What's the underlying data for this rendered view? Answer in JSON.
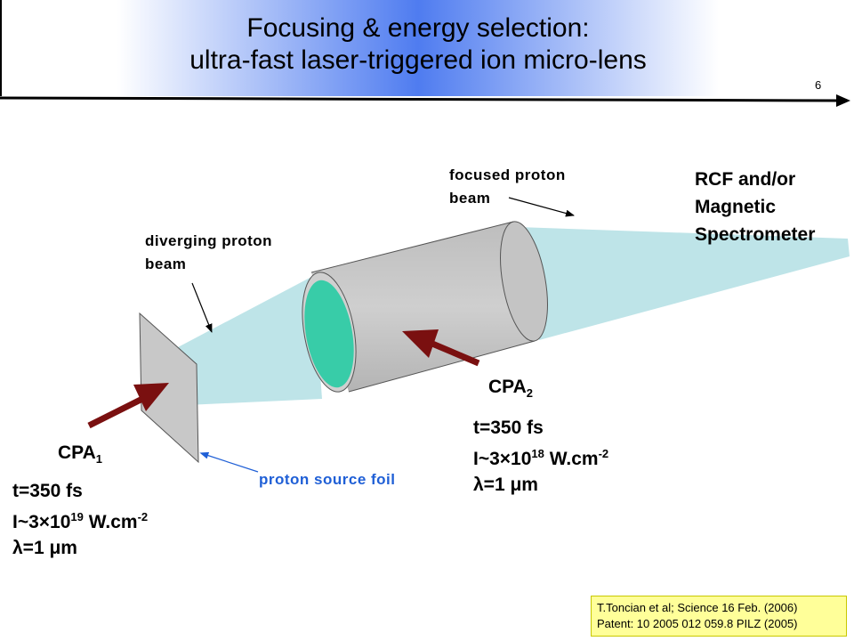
{
  "slide": {
    "title_line1": "Focusing & energy selection:",
    "title_line2": "ultra-fast laser-triggered ion micro-lens",
    "page_number": "6"
  },
  "labels": {
    "focused_beam_1": "focused proton",
    "focused_beam_2": "beam",
    "diverging_beam_1": "diverging proton",
    "diverging_beam_2": "beam",
    "detector_1": "RCF and/or",
    "detector_2": "Magnetic",
    "detector_3": "Spectrometer",
    "source_foil": "proton source foil"
  },
  "cpa1": {
    "name": "CPA",
    "sub": "1",
    "duration": "t=350 fs",
    "intensity_base": "I~3×10",
    "intensity_exp": "19",
    "intensity_unit": " W.cm",
    "intensity_unit_exp": "-2",
    "wavelength": "λ=1 μm"
  },
  "cpa2": {
    "name": "CPA",
    "sub": "2",
    "duration": "t=350 fs",
    "intensity_base": "I~3×10",
    "intensity_exp": "18",
    "intensity_unit": " W.cm",
    "intensity_unit_exp": "-2",
    "wavelength": "λ=1 μm"
  },
  "citation": {
    "line1": "T.Toncian et al; Science 16 Feb. (2006)",
    "line2": "Patent: 10 2005 012 059.8 PILZ (2005)"
  },
  "colors": {
    "header_accent": "#4f7cf0",
    "beam": "#b7e1e6",
    "cylinder": "#c8c8c8",
    "cylinder_face": "#38cca8",
    "laser_arrow": "#7a1010",
    "source_label": "#1f5fd6",
    "citation_bg": "#ffff99"
  }
}
